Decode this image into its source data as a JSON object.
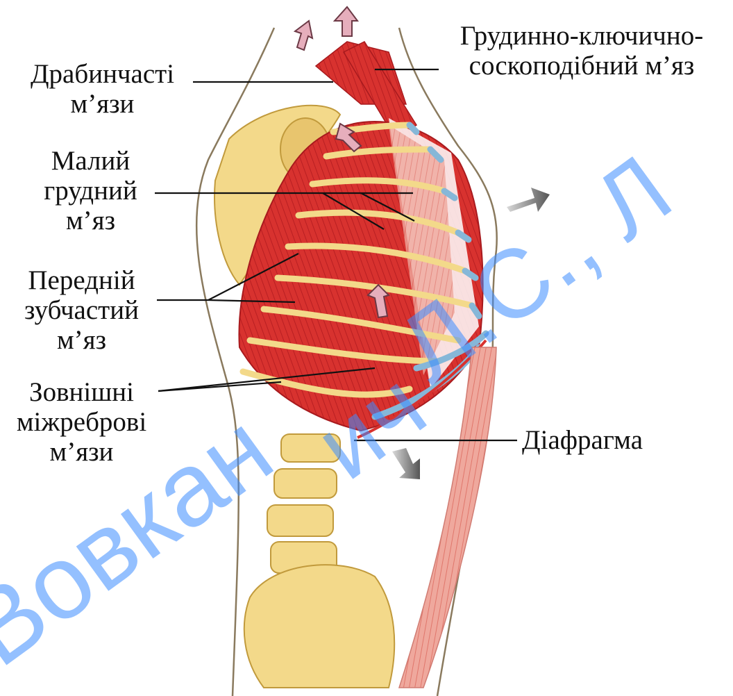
{
  "labels": {
    "scalene": [
      "Драбинчасті",
      "м’язи"
    ],
    "sternocleidomastoid": [
      "Грудинно-ключично-",
      "соскоподібний м’яз"
    ],
    "pectoralis_minor": [
      "Малий",
      "грудний",
      "м’яз"
    ],
    "serratus_anterior": [
      "Передній",
      "зубчастий",
      "м’яз"
    ],
    "external_intercostal": [
      "Зовнішні",
      "міжреброві",
      "м’язи"
    ],
    "diaphragm": [
      "Діафрагма"
    ]
  },
  "watermark": {
    "left": "Вовкан",
    "middle": "ич",
    "right": "Л.С., Л"
  },
  "colors": {
    "bone": "#f3d98a",
    "bone_shadow": "#d9b453",
    "muscle": "#d8322f",
    "muscle_light": "#ec8f85",
    "cartilage": "#86b7d8",
    "arrow_pink": "#e6aebc",
    "arrow_gray": "#6f6f6f",
    "watermark": "#3c8cff",
    "leader": "#111111"
  }
}
